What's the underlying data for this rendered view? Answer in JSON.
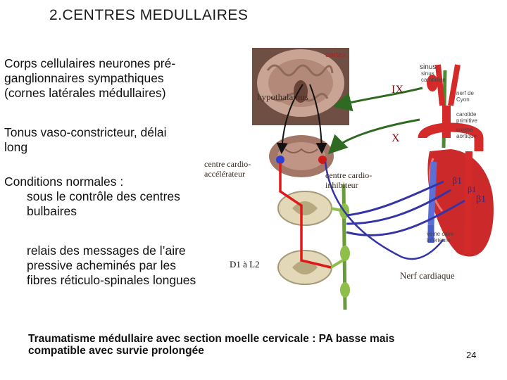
{
  "slide": {
    "title": "2.CENTRES MEDULLAIRES",
    "page_number": "24"
  },
  "text": {
    "corps_line1": "Corps cellulaires neurones pré-",
    "corps_line2": "ganglionnaires sympathiques",
    "corps_line3": "(cornes latérales médullaires)",
    "tonus_line1": "Tonus vaso-constricteur, délai",
    "tonus_line2": "long",
    "cond_line1": "Conditions normales :",
    "cond_line2": "sous le contrôle des centres",
    "cond_line3": "bulbaires",
    "relais_line1": "relais des messages de l’aire",
    "relais_line2": "pressive acheminés par les",
    "relais_line3": "fibres réticulo-spinales longues",
    "trauma_line1": "Traumatisme médullaire avec section moelle cervicale : PA basse mais",
    "trauma_line2": "compatible avec survie prolongée"
  },
  "diagram": {
    "cortex": "cortex",
    "hypothalamus": "hypothalamus",
    "sinus": "sinus",
    "sinus_carotidien_1": "sinus",
    "sinus_carotidien_2": "carotidien",
    "nerve_ix": "IX",
    "nerve_x": "X",
    "centre_acc_1": "centre cardio-",
    "centre_acc_2": "accélérateur",
    "centre_inh_1": "centre cardio-",
    "centre_inh_2": "inhibiteur",
    "d1_l2": "D1 à L2",
    "beta1_a": "β1",
    "beta1_b": "β1",
    "beta1_c": "β1",
    "nerf_cardiaque": "Nerf cardiaque",
    "nerf_de_cyon_1": "nerf de",
    "nerf_de_cyon_2": "Cyon",
    "carotide_1": "carotide",
    "carotide_2": "primitive",
    "crosse_1": "crosse",
    "crosse_2": "aortique",
    "veine_cave_1": "veine cave",
    "veine_cave_2": "inférieure"
  },
  "colors": {
    "title": "#1b1b1b",
    "label_dark": "#7a1010",
    "accelerator_red": "#e01818",
    "vagal_green": "#3c7a2a",
    "nerve_blue": "#3434a6",
    "artery_red": "#d42a2a",
    "brain_tissue": "#b38a7a"
  }
}
